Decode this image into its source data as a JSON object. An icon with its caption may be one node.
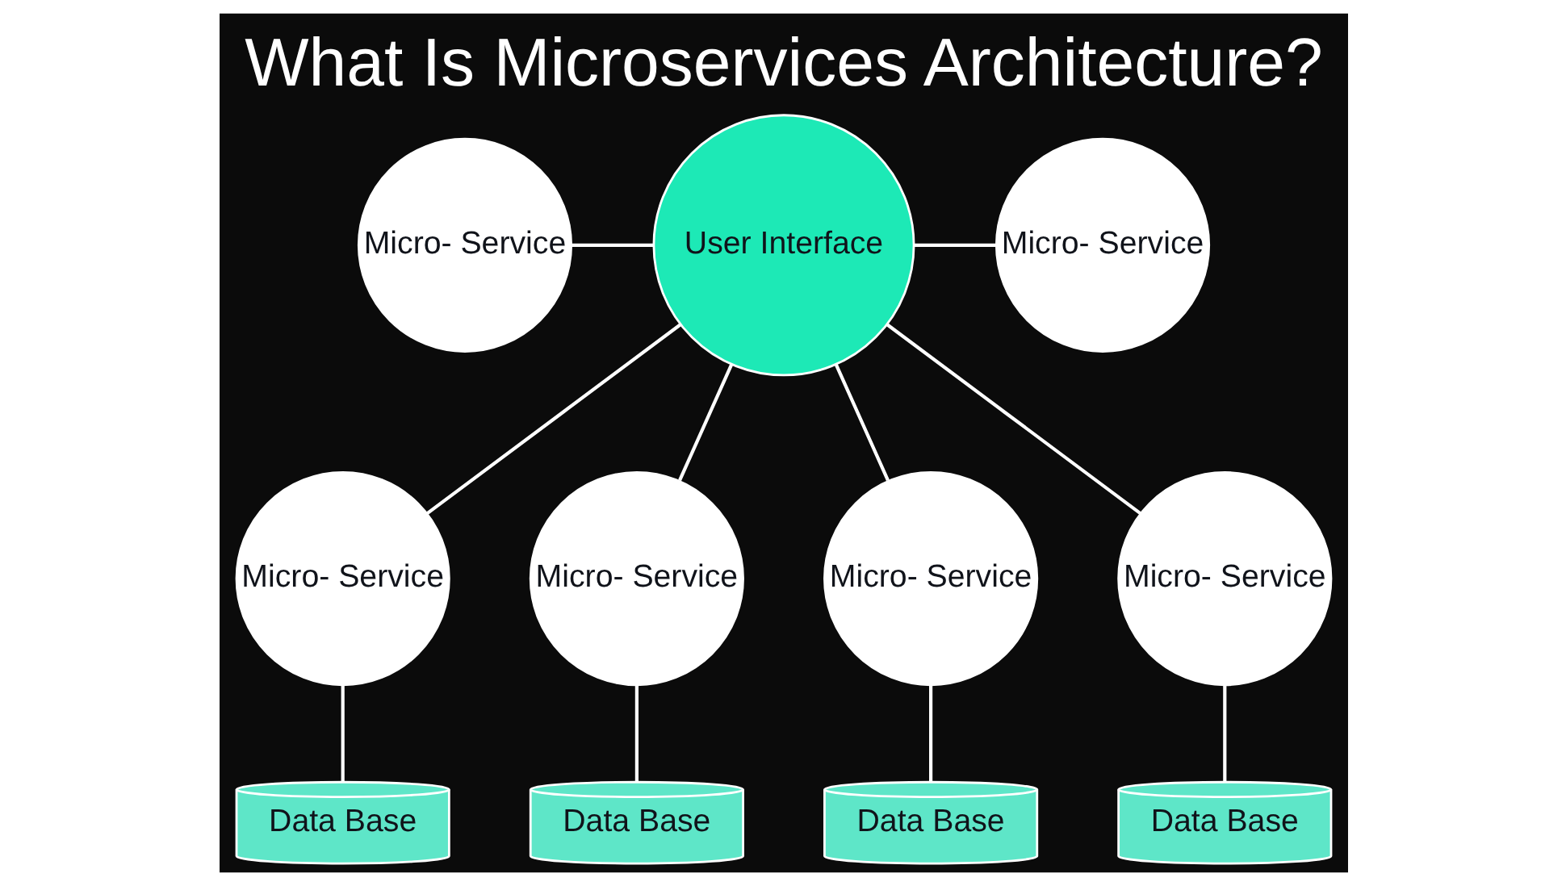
{
  "diagram": {
    "title": "What Is Microservices Architecture?",
    "nodes": [
      {
        "text": [
          "User Interface"
        ]
      },
      {
        "text": [
          "Micro- Service"
        ]
      },
      {
        "text": [
          "Micro- Service"
        ]
      },
      {
        "text": [
          "Micro- Service"
        ]
      },
      {
        "text": [
          "Micro- Service"
        ]
      },
      {
        "text": [
          "Micro- Service"
        ]
      },
      {
        "text": [
          "Micro- Service"
        ]
      },
      {
        "text": [
          "Data Base"
        ]
      },
      {
        "text": [
          "Data Base"
        ]
      },
      {
        "text": [
          "Data Base"
        ]
      },
      {
        "text": [
          "Data Base"
        ]
      }
    ],
    "edges": [
      {
        "from": 1,
        "to": 0,
        "arrow": "none"
      },
      {
        "from": 0,
        "to": 2,
        "arrow": "none"
      },
      {
        "from": 0,
        "to": 3,
        "arrow": "none"
      },
      {
        "from": 0,
        "to": 4,
        "arrow": "none"
      },
      {
        "from": 0,
        "to": 5,
        "arrow": "none"
      },
      {
        "from": 0,
        "to": 6,
        "arrow": "none"
      },
      {
        "from": 3,
        "to": 7,
        "arrow": "none"
      },
      {
        "from": 4,
        "to": 8,
        "arrow": "none"
      },
      {
        "from": 5,
        "to": 9,
        "arrow": "none"
      },
      {
        "from": 6,
        "to": 10,
        "arrow": "none"
      }
    ]
  }
}
